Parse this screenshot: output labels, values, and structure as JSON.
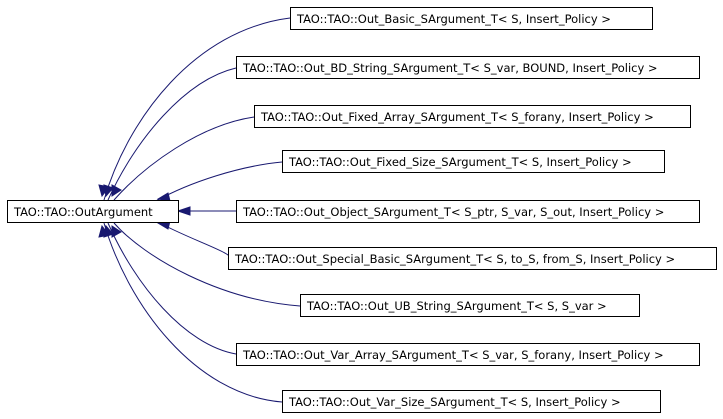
{
  "diagram": {
    "type": "inheritance-graph",
    "colors": {
      "edge": "#191970",
      "box_border": "#000000",
      "box_fill": "#ffffff",
      "text": "#000000"
    },
    "base": {
      "id": "out-argument",
      "label": "TAO::TAO::OutArgument"
    },
    "derived": [
      {
        "id": "out-basic",
        "label": "TAO::TAO::Out_Basic_SArgument_T< S, Insert_Policy >"
      },
      {
        "id": "out-bd-string",
        "label": "TAO::TAO::Out_BD_String_SArgument_T< S_var, BOUND, Insert_Policy >"
      },
      {
        "id": "out-fixed-array",
        "label": "TAO::TAO::Out_Fixed_Array_SArgument_T< S_forany, Insert_Policy >"
      },
      {
        "id": "out-fixed-size",
        "label": "TAO::TAO::Out_Fixed_Size_SArgument_T< S, Insert_Policy >"
      },
      {
        "id": "out-object",
        "label": "TAO::TAO::Out_Object_SArgument_T< S_ptr, S_var, S_out, Insert_Policy >"
      },
      {
        "id": "out-special-basic",
        "label": "TAO::TAO::Out_Special_Basic_SArgument_T< S, to_S, from_S, Insert_Policy >"
      },
      {
        "id": "out-ub-string",
        "label": "TAO::TAO::Out_UB_String_SArgument_T< S, S_var >"
      },
      {
        "id": "out-var-array",
        "label": "TAO::TAO::Out_Var_Array_SArgument_T< S_var, S_forany, Insert_Policy >"
      },
      {
        "id": "out-var-size",
        "label": "TAO::TAO::Out_Var_Size_SArgument_T< S, Insert_Policy >"
      }
    ]
  }
}
